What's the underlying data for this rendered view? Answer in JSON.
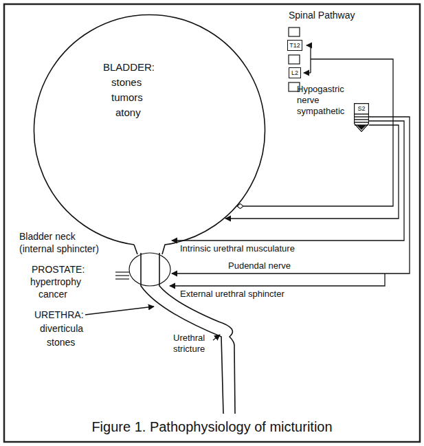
{
  "diagram": {
    "caption": "Figure 1. Pathophysiology of micturition",
    "nodes": [
      {
        "text": [
          "T12"
        ]
      },
      {
        "text": [
          "L2"
        ]
      },
      {
        "text": [
          "S2"
        ]
      }
    ],
    "labels": [
      "Spinal Pathway",
      "BLADDER:",
      "stones",
      "tumors",
      "atony",
      "Hypogastric",
      "nerve",
      "sympathetic",
      "Bladder neck",
      "(internal sphincter)",
      "PROSTATE:",
      "hypertrophy",
      "cancer",
      "URETHRA:",
      "diverticula",
      "stones",
      "Intrinsic urethral musculature",
      "Pudendal nerve",
      "External urethral sphincter",
      "Urethral",
      "stricture"
    ]
  }
}
